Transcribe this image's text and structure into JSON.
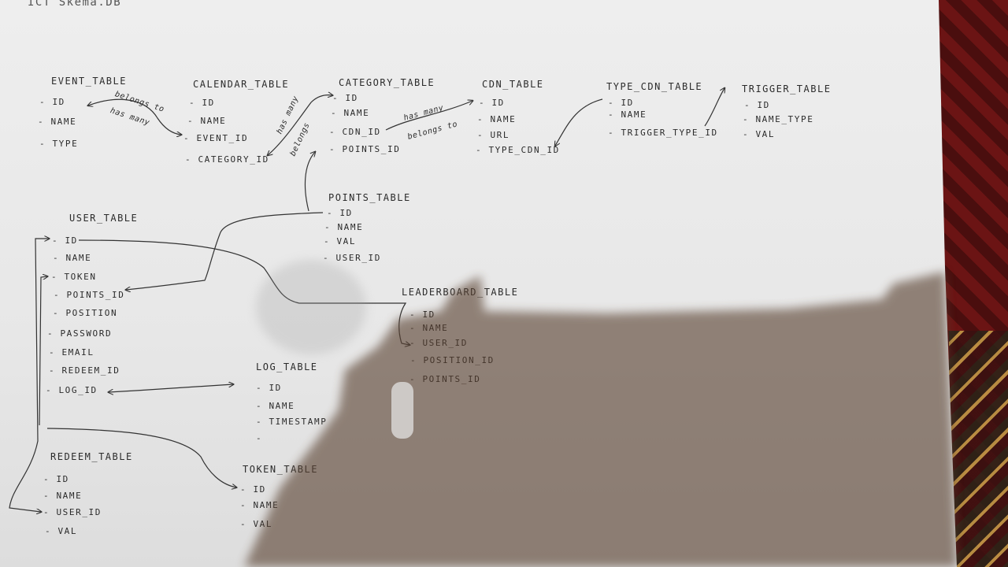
{
  "top_note": "ICT Skema.DB",
  "tables": [
    {
      "id": "event",
      "title": "EVENT_TABLE",
      "fields": [
        "- ID",
        "- NAME",
        "- TYPE"
      ]
    },
    {
      "id": "calendar",
      "title": "CALENDAR_TABLE",
      "fields": [
        "- ID",
        "- NAME",
        "- EVENT_ID",
        "- CATEGORY_ID"
      ]
    },
    {
      "id": "category",
      "title": "CATEGORY_TABLE",
      "fields": [
        "- ID",
        "- NAME",
        "- CDN_ID",
        "- POINTS_ID"
      ]
    },
    {
      "id": "cdn",
      "title": "CDN_TABLE",
      "fields": [
        "- ID",
        "- NAME",
        "- URL",
        "- TYPE_CDN_ID"
      ]
    },
    {
      "id": "type_cdn",
      "title": "TYPE_CDN_TABLE",
      "fields": [
        "- ID",
        "- NAME",
        "- TRIGGER_TYPE_ID"
      ]
    },
    {
      "id": "trigger",
      "title": "TRIGGER_TABLE",
      "fields": [
        "- ID",
        "- NAME_TYPE",
        "- VAL"
      ]
    },
    {
      "id": "points",
      "title": "POINTS_TABLE",
      "fields": [
        "- ID",
        "- NAME",
        "- VAL",
        "- USER_ID"
      ]
    },
    {
      "id": "user",
      "title": "USER_TABLE",
      "fields": [
        "- ID",
        "- NAME",
        "- TOKEN",
        "- POINTS_ID",
        "- POSITION",
        "- PASSWORD",
        "- EMAIL",
        "- REDEEM_ID",
        "- LOG_ID"
      ]
    },
    {
      "id": "leaderboard",
      "title": "LEADERBOARD_TABLE",
      "fields": [
        "- ID",
        "- NAME",
        "- USER_ID",
        "- POSITION_ID",
        "- POINTS_ID"
      ]
    },
    {
      "id": "log",
      "title": "LOG_TABLE",
      "fields": [
        "- ID",
        "- NAME",
        "- TIMESTAMP",
        "-"
      ]
    },
    {
      "id": "redeem",
      "title": "REDEEM_TABLE",
      "fields": [
        "- ID",
        "- NAME",
        "- USER_ID",
        "- VAL"
      ]
    },
    {
      "id": "token",
      "title": "TOKEN_TABLE",
      "fields": [
        "- ID",
        "- NAME",
        "- VAL"
      ]
    }
  ],
  "relation_notes": {
    "event_calendar_a": "belongs to",
    "event_calendar_b": "has many",
    "calendar_category_a": "has many",
    "calendar_category_b": "belongs",
    "category_cdn_a": "has many",
    "category_cdn_b": "belongs to"
  }
}
